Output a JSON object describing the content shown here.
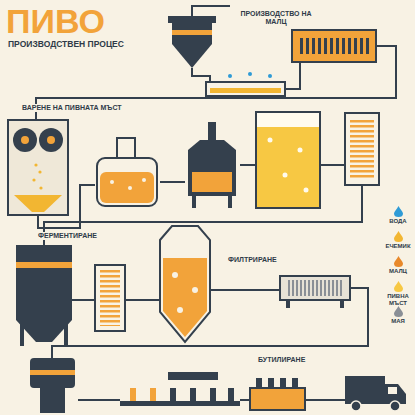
{
  "diagram": {
    "title": "ПИВО",
    "labels": [
      "ПРОИЗВОДСТВЕН ПРОЦЕС",
      "ПРОИЗВОДСТВО НА МАЛЦ",
      "ВАРЕНЕ НА ПИВНАТА МЪСТ",
      "ФЕРМЕНТИРАНЕ",
      "ФИЛТРИРАНЕ",
      "БУТИЛИРАНЕ"
    ],
    "legend": [
      {
        "text": "ВОДА",
        "color": "#2f9bd6"
      },
      {
        "text": "ЕЧЕМИК",
        "color": "#f2b632"
      },
      {
        "text": "МАЛЦ",
        "color": "#e8892b"
      },
      {
        "text": "ПИВНА МЪСТ",
        "color": "#f7c843"
      },
      {
        "text": "МАЯ",
        "color": "#8a8f96"
      }
    ]
  }
}
